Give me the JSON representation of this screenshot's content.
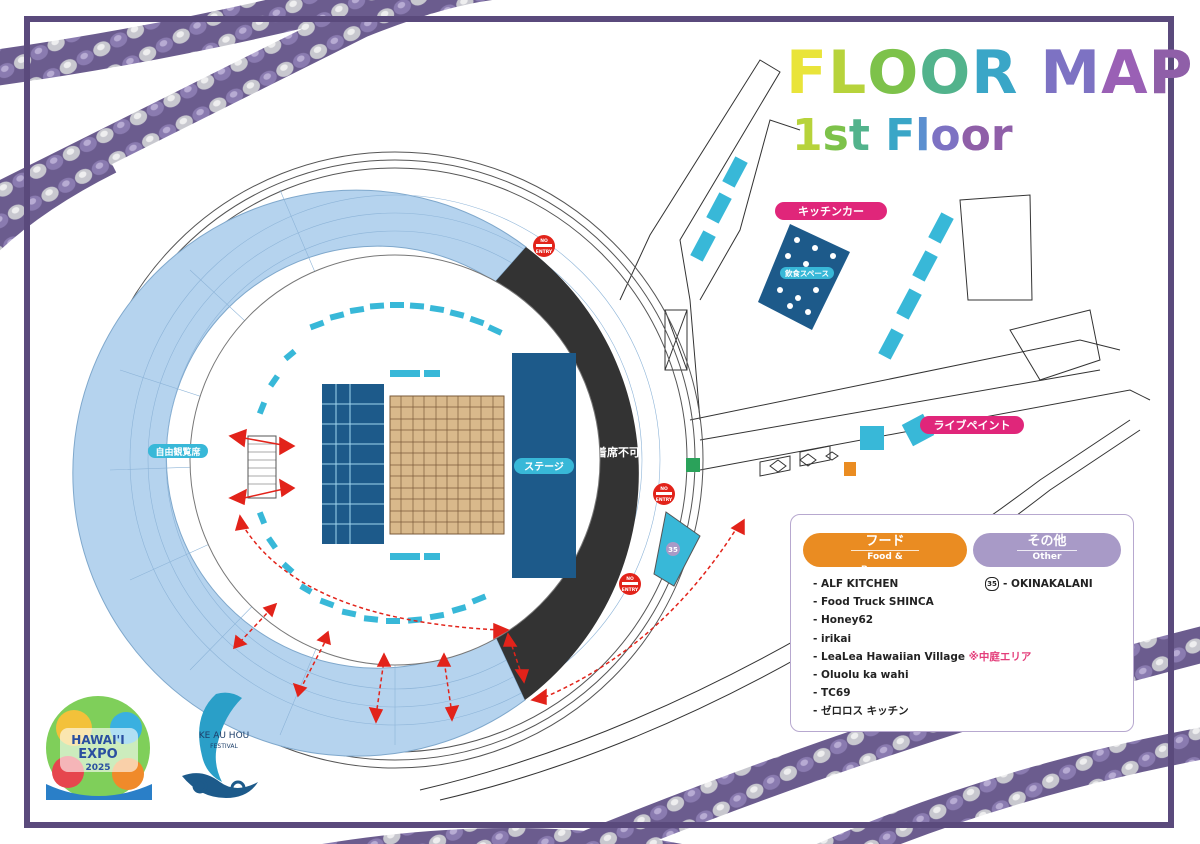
{
  "title": {
    "main": "FLOOR MAP",
    "floor": "1st Floor",
    "main_colors": [
      "#e9e43a",
      "#b7d33b",
      "#7dc24a",
      "#52b38c",
      "#3aa6c7",
      "#5b8fd0",
      "#7d72c3",
      "#9a60b5",
      "#8f5fa8"
    ]
  },
  "map": {
    "stage_label": "ステージ",
    "no_seating_label": "着席不可",
    "free_seating_label": "自由観覧席",
    "kitchen_car_label": "キッチンカー",
    "dining_space_label": "飲食スペース",
    "live_paint_label": "ライブペイント",
    "no_entry_top": "NO",
    "no_entry_bottom": "ENTRY",
    "booth_number": "35"
  },
  "legend": {
    "food": {
      "title_jp": "フード",
      "title_en": "Food & Beverage",
      "items": [
        {
          "text": "- ALF KITCHEN",
          "note": ""
        },
        {
          "text": "- Food Truck SHINCA",
          "note": ""
        },
        {
          "text": "- Honey62",
          "note": ""
        },
        {
          "text": "- irikai",
          "note": ""
        },
        {
          "text": "- LeaLea Hawaiian Village ",
          "note": "※中庭エリア"
        },
        {
          "text": "- Oluolu ka wahi",
          "note": ""
        },
        {
          "text": "- TC69",
          "note": ""
        },
        {
          "text": "- ゼロロス キッチン",
          "note": ""
        }
      ]
    },
    "other": {
      "title_jp": "その他",
      "title_en": "Other",
      "items": [
        {
          "badge": "35",
          "text": "- OKINAKALANI"
        }
      ]
    }
  },
  "logos": {
    "expo_line1": "HAWAI'I",
    "expo_line2": "EXPO",
    "expo_line3": "2025",
    "keau_line1": "KE AU HOU",
    "keau_line2": "FESTIVAL"
  },
  "colors": {
    "frame": "#5a4a7c",
    "seat_blue": "#b5d3ee",
    "stage_blue": "#1d5a8a",
    "cyan": "#38b8d8",
    "pink": "#e0267a",
    "orange": "#ea8c22",
    "lavender": "#a89ac7",
    "dark": "#333333",
    "red": "#e2231a"
  }
}
